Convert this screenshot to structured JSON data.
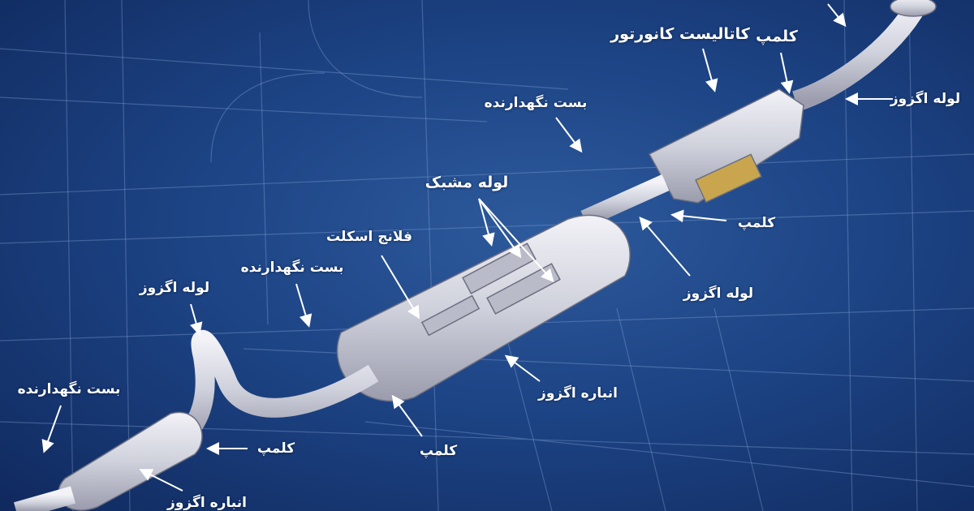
{
  "title": "Exhaust system diagram",
  "labels": {
    "catalytic_converter": "کاتالیست کانورتور",
    "clamp_top": "کلمپ",
    "exhaust_pipe_right": "لوله اگزوز",
    "bracket_top": "بست نگهدارنده",
    "perforated_pipe": "لوله مشبک",
    "clamp_right": "کلمپ",
    "flange": "فلانج اسکلت",
    "bracket_mid": "بست نگهدارنده",
    "exhaust_pipe_left": "لوله اگزوز",
    "exhaust_pipe_mid": "لوله اگزوز",
    "muffler_mid": "انباره اگزوز",
    "bracket_left": "بست نگهدارنده",
    "clamp_bottom_left": "کلمپ",
    "clamp_bottom_mid": "کلمپ",
    "muffler_bottom": "انباره اگزوز"
  },
  "colors": {
    "background": "#1d4485",
    "metal": "#d9dbe4",
    "label": "#ffffff"
  }
}
